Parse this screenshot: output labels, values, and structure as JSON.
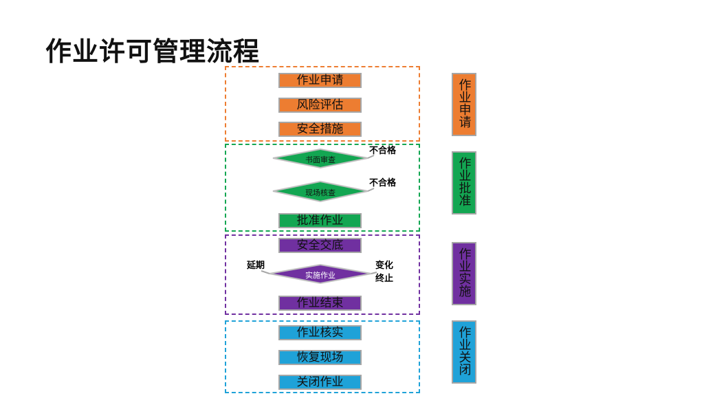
{
  "title": "作业许可管理流程",
  "colors": {
    "orange": "#ed7d31",
    "green": "#13a652",
    "purple": "#7030a0",
    "blue": "#1fa2d8",
    "border_gray": "#a6a6a6"
  },
  "stage_apply": {
    "steps": [
      "作业申请",
      "风险评估",
      "安全措施"
    ],
    "side_label": "作业申请"
  },
  "stage_approve": {
    "check_written": "书面审查",
    "check_written_fail": "不合格",
    "check_site": "现场核查",
    "check_site_fail": "不合格",
    "step_approve": "批准作业",
    "side_label": "作业批准"
  },
  "stage_implement": {
    "step_briefing": "安全交底",
    "step_execute": "实施作业",
    "note_extend": "延期",
    "note_change": "变化",
    "note_terminate": "终止",
    "step_finish": "作业结束",
    "side_label": "作业实施"
  },
  "stage_close": {
    "steps": [
      "作业核实",
      "恢复现场",
      "关闭作业"
    ],
    "side_label": "作业关闭"
  }
}
